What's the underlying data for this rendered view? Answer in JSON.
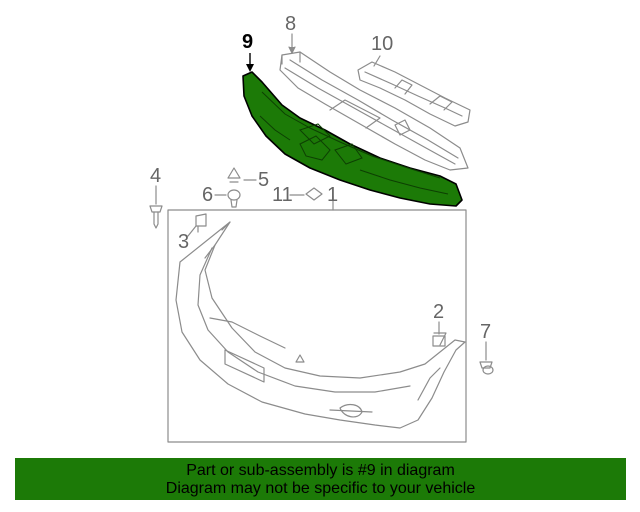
{
  "callouts": {
    "c1": "1",
    "c2": "2",
    "c3": "3",
    "c4": "4",
    "c5": "5",
    "c6": "6",
    "c7": "7",
    "c8": "8",
    "c9": "9",
    "c10": "10",
    "c11": "11"
  },
  "highlight_part": "9",
  "highlight_color": "#1c7a07",
  "banner": {
    "line1": "Part or sub-assembly is #9 in diagram",
    "line2": "Diagram may not be specific to your vehicle"
  }
}
